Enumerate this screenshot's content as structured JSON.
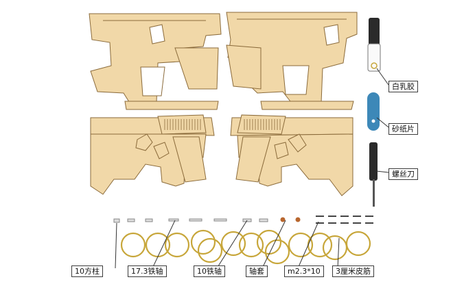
{
  "colors": {
    "wood": "#f1d8a8",
    "wood_edge": "#8a6a3a",
    "ring": "#c7a63a",
    "bearing": "#b8662e",
    "marker_blue": "#3d88b8",
    "dark": "#2a2a2a"
  },
  "labels": {
    "white_glue": "白乳胶",
    "sandpaper": "砂纸片",
    "screwdriver": "螺丝刀",
    "square_pillar": "10方柱",
    "iron_axle_173": "17.3铁轴",
    "iron_axle_10": "10铁轴",
    "axle_sleeve": "轴套",
    "screw": "m2.3*10",
    "rubber_band": "3厘米皮筋"
  },
  "icons": [
    "glue-bottle-icon",
    "sandpaper-icon",
    "screwdriver-icon"
  ]
}
